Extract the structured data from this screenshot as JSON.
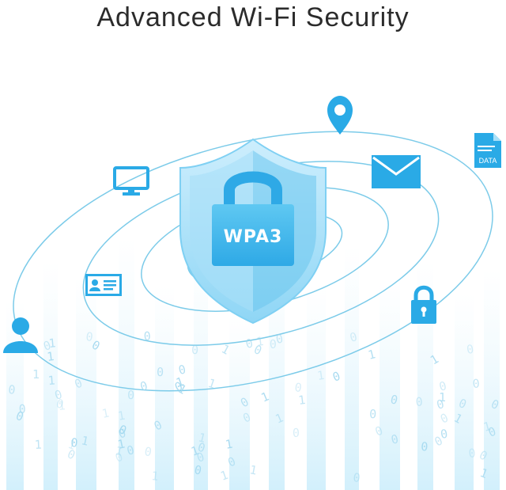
{
  "title": "Advanced Wi-Fi Security",
  "shield": {
    "label": "WPA3"
  },
  "icons": [
    {
      "name": "location-pin-icon"
    },
    {
      "name": "data-file-icon",
      "label": "DATA"
    },
    {
      "name": "monitor-icon"
    },
    {
      "name": "envelope-icon"
    },
    {
      "name": "id-card-icon"
    },
    {
      "name": "padlock-icon"
    },
    {
      "name": "user-icon"
    }
  ],
  "colors": {
    "shield_light": "#bfe8fb",
    "shield_mid": "#5fc2ef",
    "shield_dark": "#2aa6e4",
    "icon_blue": "#2aaae6",
    "orbit": "#7ccbe9",
    "binary_digits": "#9fd7ef"
  }
}
